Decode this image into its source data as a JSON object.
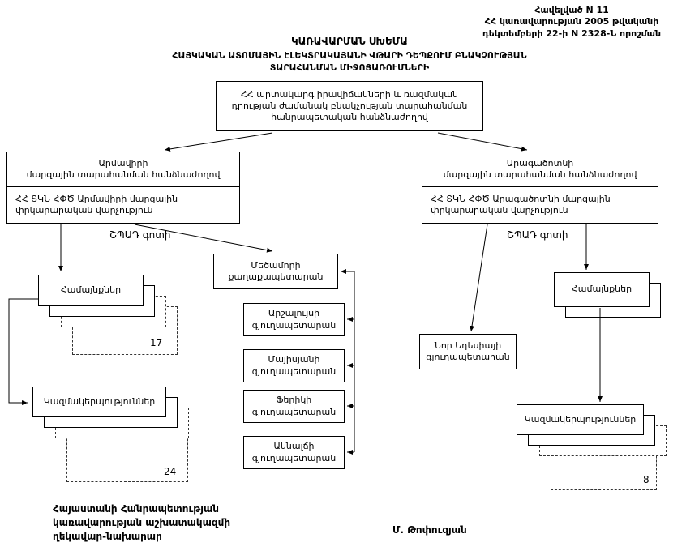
{
  "annex": [
    "Հավելված N 11",
    "ՀՀ կառավարության 2005 թվականի",
    "դեկտեմբերի 22-ի N 2328-Ն որոշման"
  ],
  "title": [
    "ԿԱՌԱՎԱՐՄԱՆ ՍԽԵՄԱ",
    "ՀԱՅԿԱԿԱՆ ԱՏՈՄԱՅԻՆ ԷԼԵԿՏՐԱԿԱՅԱՆԻ ՎԹԱՐԻ ԴԵՊՔՈՒՄ ԲՆԱԿՉՈՒԹՅԱՆ",
    "ՏԱՐԱՀԱՆՄԱՆ ՄԻՋՈՑԱՌՈՒՄՆԵՐԻ"
  ],
  "boxes": {
    "republican": [
      "ՀՀ արտակարգ իրավիճակների և ռազմական",
      "դրության ժամանակ բնակչության տարահանման",
      "հանրապետական հանձնաժողով"
    ],
    "armavir": {
      "top": [
        "Արմավիրի",
        "մարզային տարահանման հանձնաժողով"
      ],
      "bottom": [
        "ՀՀ ՏԿՆ ՀՓԾ Արմավիրի մարզային",
        "փրկարարական վարչություն"
      ]
    },
    "aragatsotn": {
      "top": [
        "Արագածոտնի",
        "մարզային տարահանման հանձնաժողով"
      ],
      "bottom": [
        "ՀՀ ՏԿՆ ՀՓԾ Արագածոտնի մարզային",
        "փրկարարական վարչություն"
      ]
    },
    "communities_left": "Համայնքներ",
    "organizations_left": "Կազմակերպություններ",
    "metsamor": [
      "Մեծամորի",
      "քաղաքապետարան"
    ],
    "arshaluys": [
      "Արշալույսի",
      "գյուղապետարան"
    ],
    "mayisyan": [
      "Մայիսյանի",
      "գյուղապետարան"
    ],
    "ferik": [
      "Ֆերիկի",
      "գյուղապետարան"
    ],
    "aknalich": [
      "Ակնալճի",
      "գյուղապետարան"
    ],
    "nor_edesia": [
      "Նոր Եդեսիայի",
      "գյուղապետարան"
    ],
    "communities_right": "Համայնքներ",
    "organizations_right": "Կազմակերպություններ"
  },
  "labels": {
    "zone_left": "ՇՊԱԴ գոտի",
    "zone_right": "ՇՊԱԴ գոտի",
    "count_communities_left": "17",
    "count_organizations_left": "24",
    "count_organizations_right": "8"
  },
  "footer": {
    "office": [
      "Հայաստանի Հանրապետության",
      "կառավարության աշխատակազմի",
      "ղեկավար-նախարար"
    ],
    "signature": "Մ. Թոփուզյան"
  }
}
